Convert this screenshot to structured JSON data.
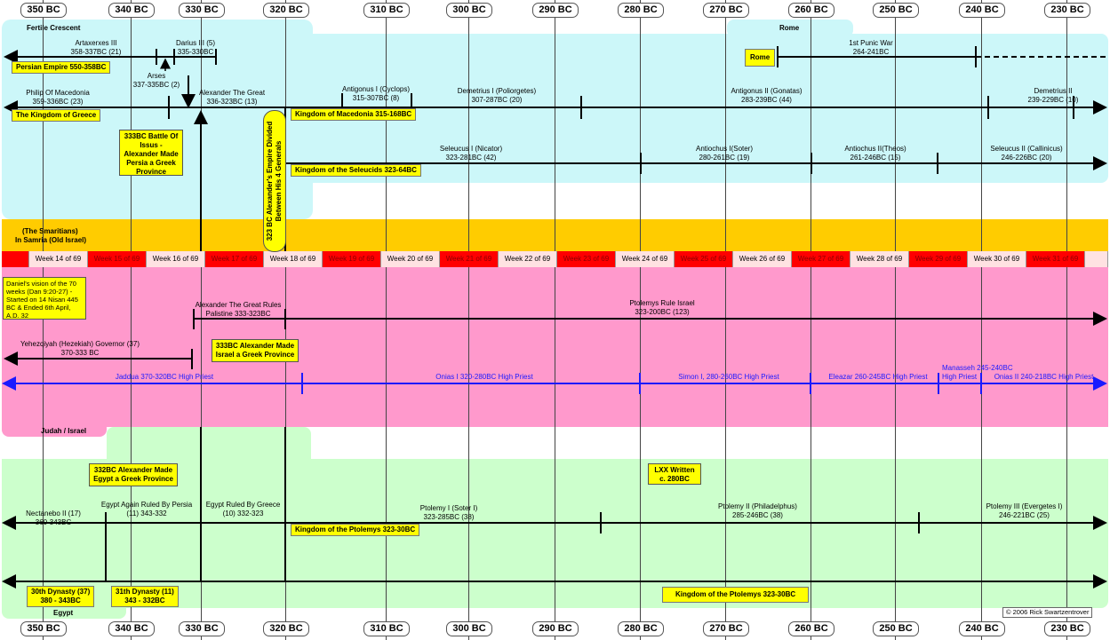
{
  "years": [
    "350 BC",
    "340 BC",
    "330 BC",
    "320 BC",
    "310 BC",
    "300 BC",
    "290 BC",
    "280 BC",
    "270 BC",
    "260 BC",
    "250 BC",
    "240 BC",
    "230 BC"
  ],
  "regions": {
    "fertile": "Fertile Crescent",
    "rome": "Rome",
    "samria": [
      "(The Smaritians)",
      "In Samria (Old Israel)"
    ],
    "judah": "Judah / Israel",
    "egypt": "Egypt"
  },
  "tags": {
    "persian": "Persian Empire 550-358BC",
    "rome": "Rome",
    "greece": "The Kingdom of Greece",
    "macedonia": "Kingdom of Macedonia 315-168BC",
    "seleucids": "Kingdom of the Seleucids 323-64BC",
    "ptolemys1": "Kingdom of the Ptolemys 323-30BC",
    "ptolemys2": "Kingdom of the Ptolemys 323-30BC",
    "dyn30": [
      "30th Dynasty (37)",
      "380 - 343BC"
    ],
    "dyn31": [
      "31th Dynasty (11)",
      "343 - 332BC"
    ]
  },
  "rulers": {
    "artaxerxes": [
      "Artaxerxes III",
      "358-337BC (21)"
    ],
    "arses": [
      "Arses",
      "337-335BC (2)"
    ],
    "darius": [
      "Darius III (5)",
      "335-330BC"
    ],
    "punic": [
      "1st Punic War",
      "264-241BC"
    ],
    "philip": [
      "Philip Of Macedonia",
      "359-336BC (23)"
    ],
    "alexander": [
      "Alexander The Great",
      "336-323BC (13)"
    ],
    "antigonus1": [
      "Antigonus I (Cyclops)",
      "315-307BC (8)"
    ],
    "demetrius1": [
      "Demetrius I (Poliorgetes)",
      "307-287BC (20)"
    ],
    "antigonus2": [
      "Antigonus II (Gonatas)",
      "283-239BC (44)"
    ],
    "demetrius2": [
      "Demetrius II",
      "239-229BC (10)"
    ],
    "seleucus1": [
      "Seleucus I (Nicator)",
      "323-281BC (42)"
    ],
    "antiochus1": [
      "Antiochus I(Soter)",
      "280-261BC (19)"
    ],
    "antiochus2": [
      "Antiochus II(Theos)",
      "261-246BC (15)"
    ],
    "seleucus2": [
      "Seleucus II (Callinicus)",
      "246-226BC (20)"
    ],
    "alexRules": [
      "Alexander The Great Rules",
      "Palistine 333-323BC"
    ],
    "ptolemysRule": [
      "Ptolemys Rule Israel",
      "323-200BC (123)"
    ],
    "hezekiah": [
      "Yehezqiyah (Hezekiah) Governor (37)",
      "370-333 BC"
    ],
    "nectanebo": [
      "Nectanebo II (17)",
      "360-343BC"
    ],
    "egyptPersia": [
      "Egypt Again Ruled By Persia",
      "(11) 343-332"
    ],
    "egyptGreece": [
      "Egypt Ruled By Greece",
      "(10) 332-323"
    ],
    "ptolemy1": [
      "Ptolemy I (Soter I)",
      "323-285BC (38)"
    ],
    "ptolemy2": [
      "Ptolemy II (Philadelphus)",
      "285-246BC (38)"
    ],
    "ptolemy3": [
      "Ptolemy III (Evergetes I)",
      "246-221BC (25)"
    ]
  },
  "priests": {
    "jaddua": "Jaddua 370-320BC High Priest",
    "onias1": "Onias I 320-280BC  High Priest",
    "simon": "Simon I, 280-260BC  High Priest",
    "eleazar": "Eleazar 260-245BC High Priest",
    "manasseh": [
      "Manasseh 245-240BC",
      "High Priest"
    ],
    "onias2": "Onias II 240-218BC High Priest"
  },
  "callouts": {
    "issus": "333BC Battle Of Issus - Alexander Made Persia a Greek Province",
    "divided": "323 BC Alexander's Empire Divided Between His 4 Generals",
    "daniel": "Daniel's vision of the 70 weeks (Dan 9:20-27) - Started on 14 Nisan 445 BC & Ended 6th April, A.D. 32",
    "israel": "333BC Alexander Made Israel a Greek Province",
    "egypt": "332BC Alexander Made Egypt a Greek Province",
    "lxx": "LXX Written c. 280BC"
  },
  "weeks": [
    "Week 14 of 69",
    "Week 15 of 69",
    "Week 16 of 69",
    "Week 17 of 69",
    "Week 18 of 69",
    "Week 19 of 69",
    "Week 20 of 69",
    "Week 21 of 69",
    "Week 22 of 69",
    "Week 23 of 69",
    "Week 24 of 69",
    "Week 25 of 69",
    "Week 26 of 69",
    "Week 27 of 69",
    "Week 28 of 69",
    "Week 29 of 69",
    "Week 30 of 69",
    "Week 31 of 69"
  ],
  "copyright": "© 2006 Rick Swartzentrover",
  "colors": {
    "cyan": "#ccf7f9",
    "pink": "#ff99cc",
    "green": "#ccffcc",
    "orange": "#ffcc00",
    "blue": "#1a1aff",
    "red": "#ff0000"
  }
}
